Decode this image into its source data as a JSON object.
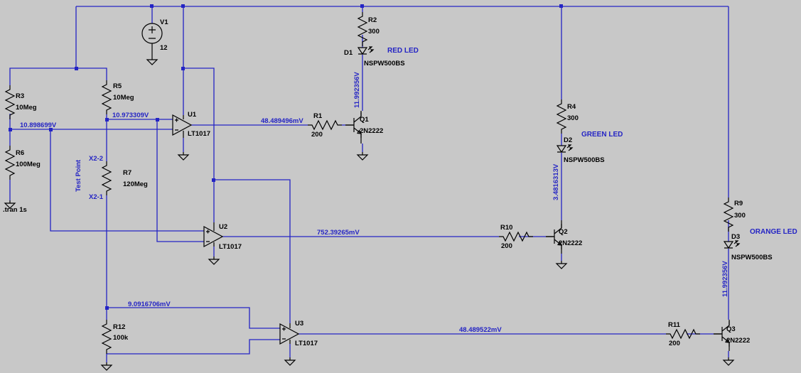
{
  "components": {
    "V1": {
      "ref": "V1",
      "value": "12"
    },
    "R1": {
      "ref": "R1",
      "value": "200"
    },
    "R2": {
      "ref": "R2",
      "value": "300"
    },
    "R3": {
      "ref": "R3",
      "value": "10Meg"
    },
    "R4": {
      "ref": "R4",
      "value": "300"
    },
    "R5": {
      "ref": "R5",
      "value": "10Meg"
    },
    "R6": {
      "ref": "R6",
      "value": "100Meg"
    },
    "R7": {
      "ref": "R7",
      "value": "120Meg"
    },
    "R9": {
      "ref": "R9",
      "value": "300"
    },
    "R10": {
      "ref": "R10",
      "value": "200"
    },
    "R11": {
      "ref": "R11",
      "value": "200"
    },
    "R12": {
      "ref": "R12",
      "value": "100k"
    },
    "U1": {
      "ref": "U1",
      "value": "LT1017"
    },
    "U2": {
      "ref": "U2",
      "value": "LT1017"
    },
    "U3": {
      "ref": "U3",
      "value": "LT1017"
    },
    "Q1": {
      "ref": "Q1",
      "value": "2N2222"
    },
    "Q2": {
      "ref": "Q2",
      "value": "2N2222"
    },
    "Q3": {
      "ref": "Q3",
      "value": "2N2222"
    },
    "D1": {
      "ref": "D1",
      "value": "NSPW500BS"
    },
    "D2": {
      "ref": "D2",
      "value": "NSPW500BS"
    },
    "D3": {
      "ref": "D3",
      "value": "NSPW500BS"
    }
  },
  "comments": {
    "red_led": "RED LED",
    "green_led": "GREEN LED",
    "orange_led": "ORANGE LED",
    "test_point": "Test Point",
    "x2_2": "X2-2",
    "x2_1": "X2-1",
    "directive": ".tran 1s"
  },
  "voltages": {
    "divider1": "10.898699V",
    "divider2": "10.973309V",
    "q1_base": "48.489496mV",
    "d1": "11.992356V",
    "d2": "3.4816313V",
    "q2_base": "752.39265mV",
    "r12": "9.0916706mV",
    "q3_base": "48.489522mV",
    "d3": "11.992356V"
  },
  "colors": {
    "background": "#c8c8c8",
    "wire": "#2424c4",
    "component": "#000000",
    "label": "#2424c4"
  }
}
